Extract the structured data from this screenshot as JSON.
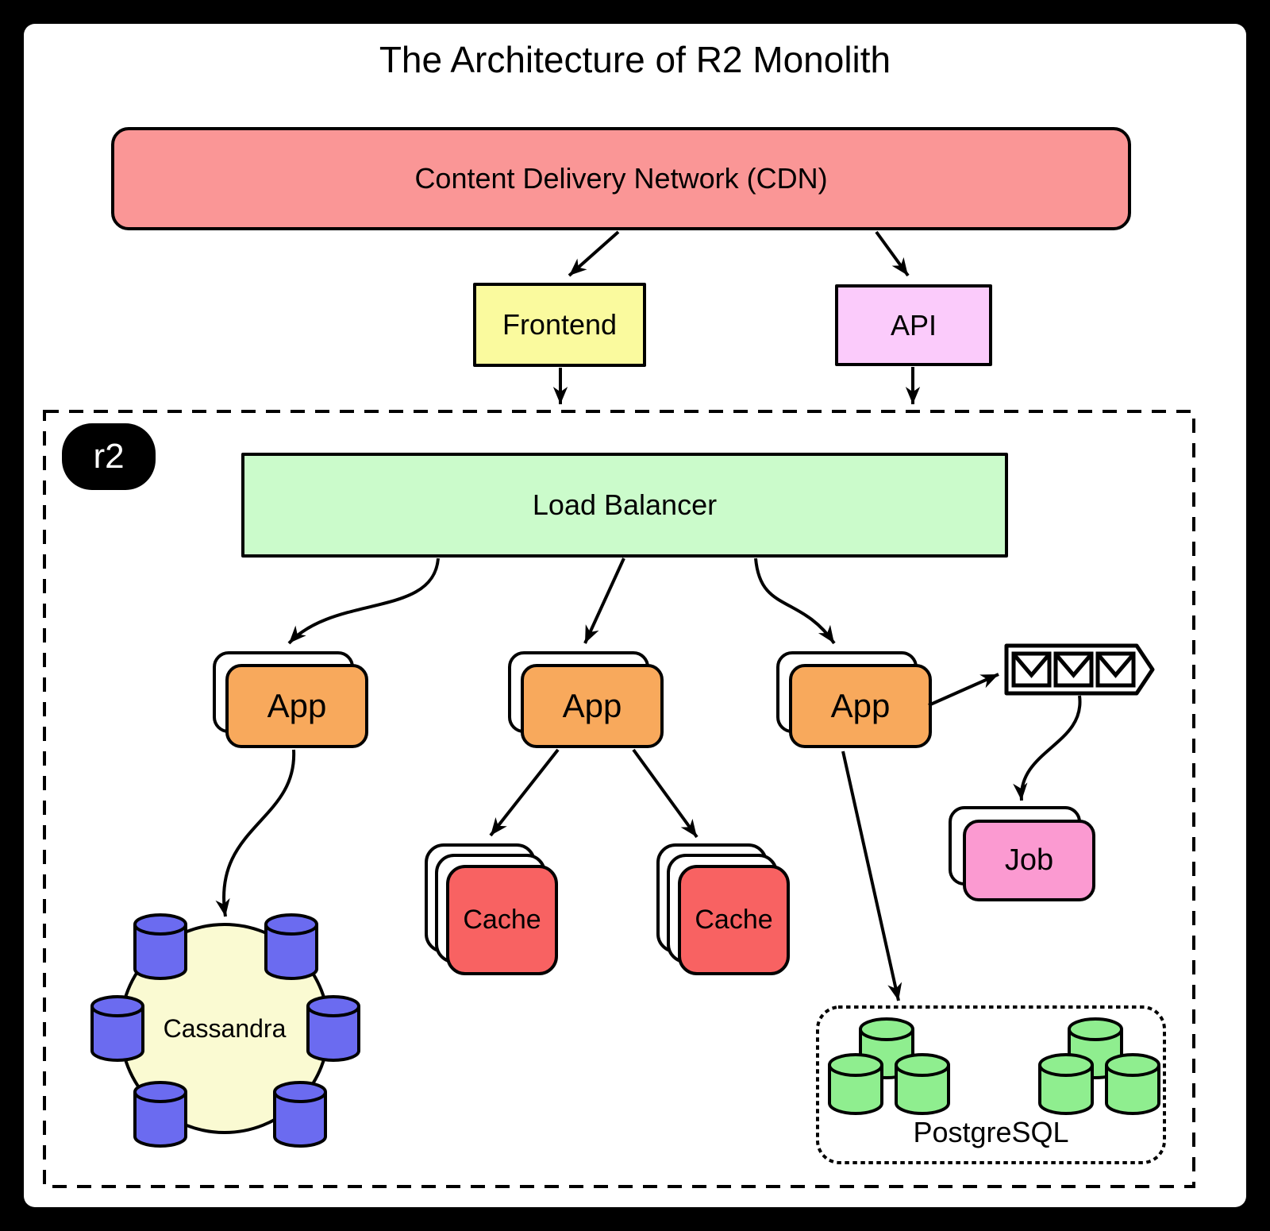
{
  "title": "The Architecture of R2 Monolith",
  "region_badge": "r2",
  "nodes": {
    "cdn": {
      "label": "Content Delivery Network (CDN)"
    },
    "frontend": {
      "label": "Frontend"
    },
    "api": {
      "label": "API"
    },
    "load_balancer": {
      "label": "Load Balancer"
    },
    "app": {
      "label": "App",
      "instances": 3,
      "stack_layers": 2
    },
    "cache": {
      "label": "Cache",
      "instances": 2,
      "stack_layers": 3
    },
    "job": {
      "label": "Job",
      "stack_layers": 2
    },
    "cassandra": {
      "label": "Cassandra",
      "cylinder_count": 6
    },
    "postgresql": {
      "label": "PostgreSQL",
      "cylinder_groups": 2,
      "cylinders_per_group": 3
    },
    "message_queue": {
      "icon": "envelope-queue-icon",
      "envelope_count": 3
    }
  },
  "colors": {
    "frame": "#000000",
    "background": "#FFFFFF",
    "outline": "#000000",
    "cdn": "#FA9696",
    "frontend": "#FAFA9E",
    "api": "#FBCBFB",
    "load_balancer": "#CBFBCB",
    "app": "#F8A95C",
    "cache": "#F86262",
    "job": "#FB9AD1",
    "cassandra_ring": "#FAFAD2",
    "cassandra_node": "#6B6BF0",
    "postgres_node": "#8FEE8F",
    "badge_bg": "#000000",
    "badge_text": "#FFFFFF"
  },
  "edges": [
    {
      "from": "cdn",
      "to": "frontend"
    },
    {
      "from": "cdn",
      "to": "api"
    },
    {
      "from": "frontend",
      "to": "r2-boundary"
    },
    {
      "from": "api",
      "to": "r2-boundary"
    },
    {
      "from": "load_balancer",
      "to": "app-1"
    },
    {
      "from": "load_balancer",
      "to": "app-2"
    },
    {
      "from": "load_balancer",
      "to": "app-3"
    },
    {
      "from": "app-1",
      "to": "cassandra"
    },
    {
      "from": "app-2",
      "to": "cache-1"
    },
    {
      "from": "app-2",
      "to": "cache-2"
    },
    {
      "from": "app-3",
      "to": "message_queue"
    },
    {
      "from": "app-3",
      "to": "postgresql"
    },
    {
      "from": "message_queue",
      "to": "job"
    }
  ]
}
